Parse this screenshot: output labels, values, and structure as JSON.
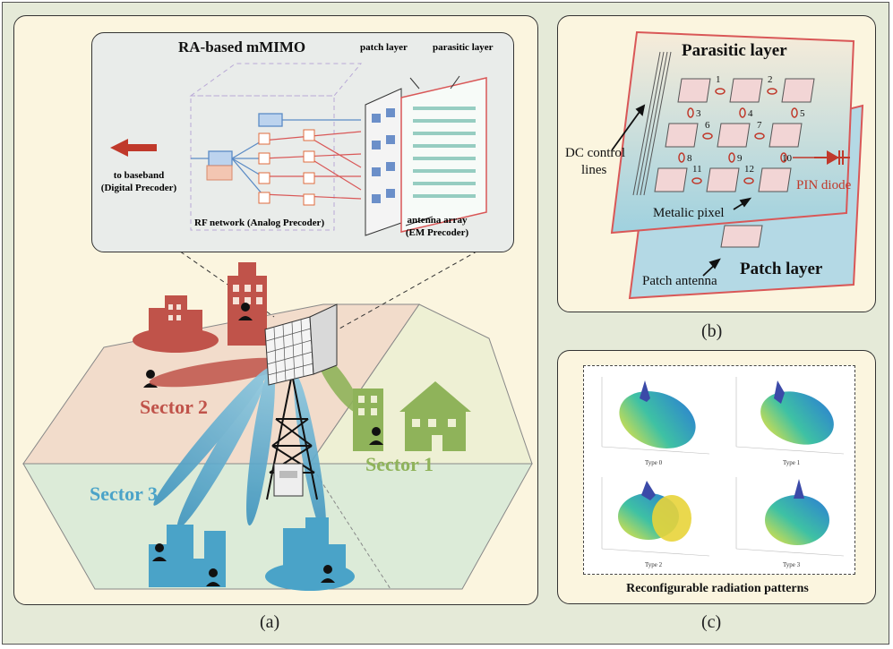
{
  "panel_a": {
    "caption": "(a)",
    "inset_title": "RA-based mMIMO",
    "patch_layer": "patch layer",
    "parasitic_layer": "parasitic layer",
    "to_baseband_line1": "to baseband",
    "to_baseband_line2": "(Digital Precoder)",
    "rf_network": "RF network (Analog Precoder)",
    "antenna_array_line1": "antenna array",
    "antenna_array_line2": "(EM Precoder)",
    "sector1": "Sector 1",
    "sector2": "Sector 2",
    "sector3": "Sector 3"
  },
  "panel_b": {
    "caption": "(b)",
    "parasitic_layer": "Parasitic layer",
    "patch_layer": "Patch layer",
    "dc_control_line1": "DC control",
    "dc_control_line2": "lines",
    "pin_diode": "PIN diode",
    "metalic_pixel": "Metalic pixel",
    "patch_antenna": "Patch antenna",
    "diode_numbers": [
      "1",
      "2",
      "3",
      "4",
      "5",
      "6",
      "7",
      "8",
      "9",
      "10",
      "11",
      "12"
    ]
  },
  "panel_c": {
    "caption": "(c)",
    "title": "Reconfigurable radiation patterns",
    "patterns": [
      "Type 0",
      "Type 1",
      "Type 2",
      "Type 3"
    ]
  },
  "colors": {
    "sector1": "#8fb35a",
    "sector2": "#c0534a",
    "sector3": "#4aa3c8",
    "pin_diode": "#c0392b"
  }
}
